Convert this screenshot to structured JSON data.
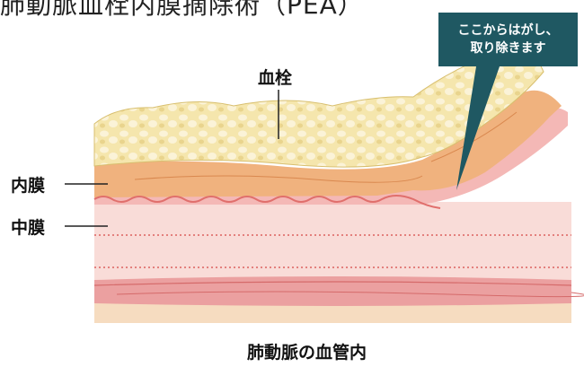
{
  "heading": "肺動脈血栓内膜摘除術（PEA）",
  "labels": {
    "thrombus": "血栓",
    "intima": "内膜",
    "media": "中膜",
    "caption": "肺動脈の血管内"
  },
  "callout": {
    "line1": "ここからはがし、",
    "line2": "取り除きます"
  },
  "colors": {
    "callout_bg": "#1f5862",
    "thrombus": "#f3e3a8",
    "intima": "#f0b27e",
    "media": "#f8d6d2",
    "adventitia": "#e98a8a",
    "base": "#f6dcc0"
  }
}
